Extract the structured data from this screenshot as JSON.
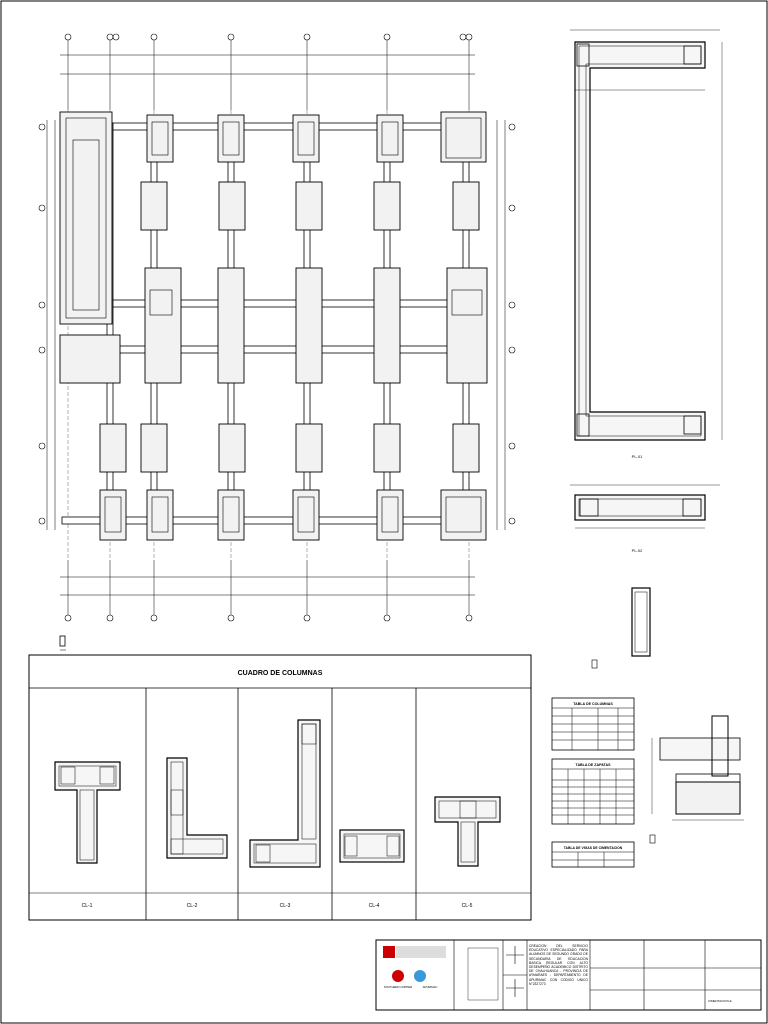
{
  "sheet": {
    "table_title": "CUADRO DE COLUMNAS",
    "tables": {
      "columnas": "TABLA DE COLUMNAS",
      "zapatas": "TABLA DE ZAPATAS",
      "vigas": "TABLA DE VIGAS DE CIMENTACION"
    },
    "column_types": [
      {
        "label": "CL-1"
      },
      {
        "label": "CL-2"
      },
      {
        "label": "CL-3"
      },
      {
        "label": "CL-4"
      },
      {
        "label": "CL-5"
      }
    ],
    "plates": [
      {
        "label": "PL-01"
      },
      {
        "label": "PL-02"
      }
    ],
    "title_block": {
      "project": "CREACION DEL SERVICIO EDUCATIVO ESPECIALIZADO PARA ALUMNOS DE SEGUNDO GRADO DE SECUNDARIA DE EDUCACION BASICA REGULAR CON ALTO DESEMPEÑO ACADEMICO DISTRITO DE CHALHUANCA - PROVINCIA DE AYMARAES - DEPARTAMENTO DE APURIMAC CON CODIGO UNICO N°2327273",
      "company": "SOUTHERN COPPER",
      "region": "APURIMAC",
      "sheet_name": "CIMENTACION E"
    }
  }
}
